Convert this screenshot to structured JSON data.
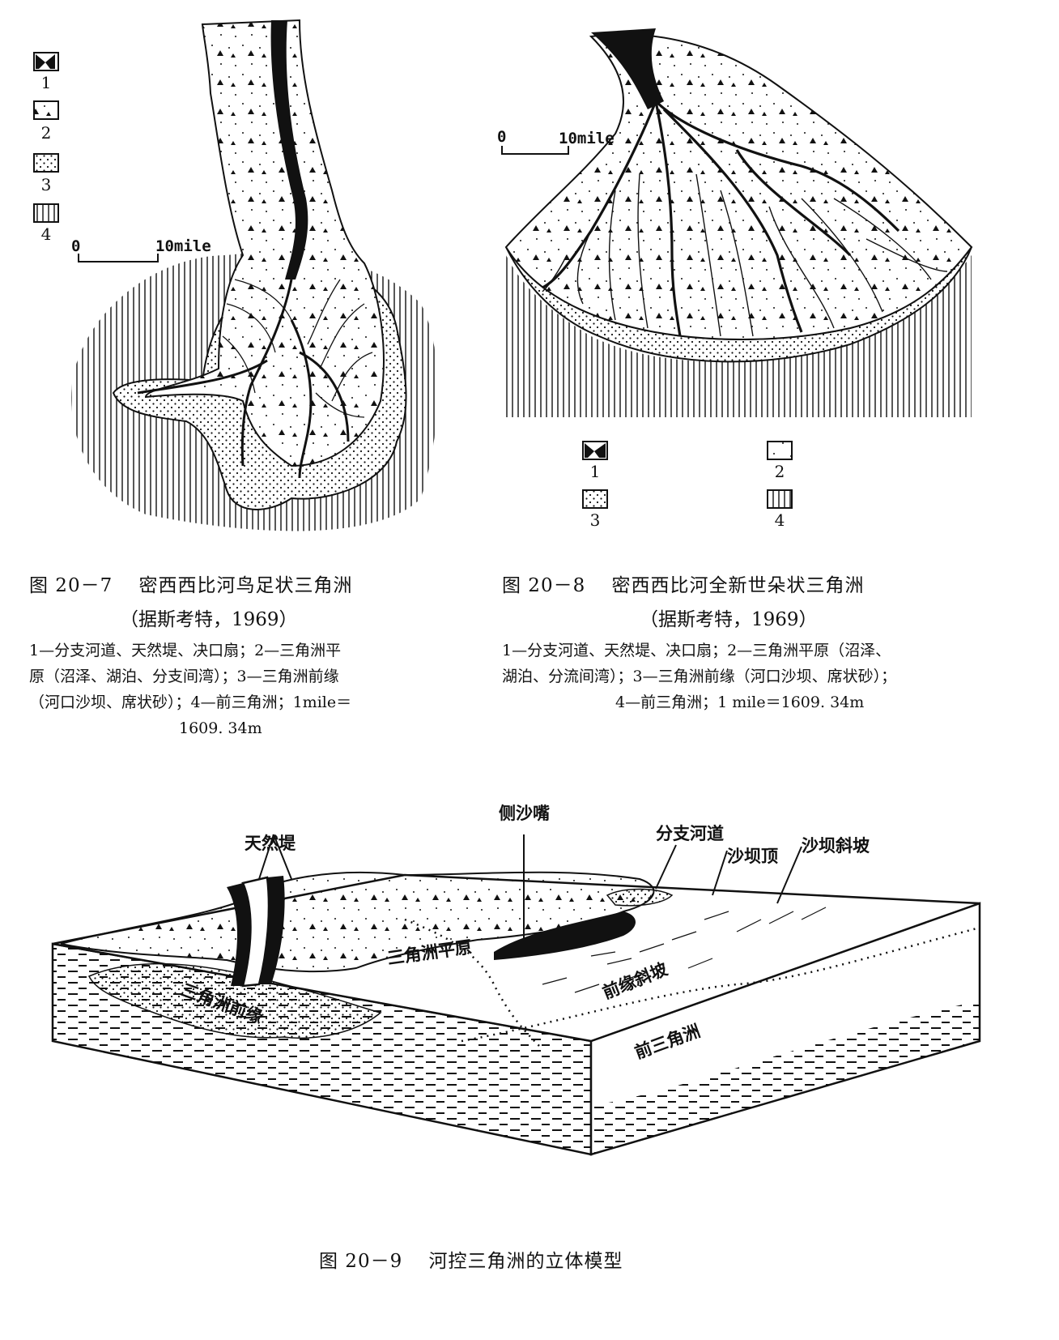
{
  "fig7": {
    "legend": [
      "1",
      "2",
      "3",
      "4"
    ],
    "scale": {
      "zero": "0",
      "length": "10mile"
    },
    "caption": {
      "title": "图 20－7　 密西西比河鸟足状三角洲",
      "source": "（据斯考特，1969）",
      "legend_lines": [
        "1—分支河道、天然堤、决口扇；2—三角洲平",
        "原（沼泽、湖泊、分支间湾）；3—三角洲前缘",
        "（河口沙坝、席状砂）；4—前三角洲；1mile＝",
        "1609. 34m"
      ]
    }
  },
  "fig8": {
    "legend": [
      "1",
      "2",
      "3",
      "4"
    ],
    "scale": {
      "zero": "0",
      "length": "10mile"
    },
    "caption": {
      "title": "图 20－8　 密西西比河全新世朵状三角洲",
      "source": "（据斯考特，1969）",
      "legend_lines": [
        "1—分支河道、天然堤、决口扇；2—三角洲平原（沼泽、",
        "湖泊、分流间湾）；3—三角洲前缘（河口沙坝、席状砂）；",
        "4—前三角洲；1 mile＝1609. 34m"
      ]
    }
  },
  "fig9": {
    "labels": {
      "natural_levee": "天然堤",
      "lateral_sand_spit": "侧沙嘴",
      "distributary_channel": "分支河道",
      "bar_crest": "沙坝顶",
      "bar_slope": "沙坝斜坡",
      "delta_plain": "三角洲平原",
      "delta_front": "三角洲前缘",
      "front_slope": "前缘斜坡",
      "prodelta": "前三角洲"
    },
    "caption": "图 20－9　 河控三角洲的立体模型"
  }
}
